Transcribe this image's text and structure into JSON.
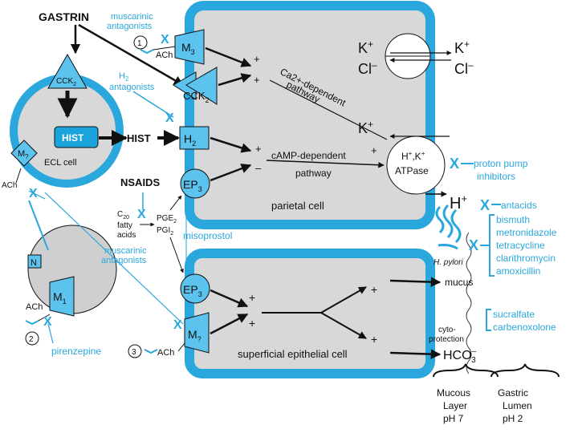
{
  "labels": {
    "gastrin": "GASTRIN",
    "muscarinic_antagonists_top": [
      "muscarinic",
      "antagonists"
    ],
    "circle1": "1",
    "ach_top": "ACh",
    "m3": "M",
    "m3_sub": "3",
    "cck2_ecl": "CCK",
    "cck2_ecl_sub": "2",
    "h2_antagonists": [
      "H",
      "2",
      "antagonists"
    ],
    "cck2_parietal": "CCK",
    "cck2_parietal_sub": "2",
    "hist_box": "HIST",
    "hist_arrow": "HIST",
    "ecl_cell": "ECL cell",
    "m_ecl": "M",
    "m_ecl_sub": "?",
    "ach_left": "ACh",
    "h2_receptor": "H",
    "h2_receptor_sub": "2",
    "ep3_top": "EP",
    "ep3_top_sub": "3",
    "nsaids": "NSAIDS",
    "c20_fatty_acids": [
      "C",
      "20",
      "fatty",
      "acids"
    ],
    "pge2": "PGE",
    "pge2_sub": "2",
    "pgi2": "PGI",
    "pgi2_sub": "2",
    "misoprostol": "misoprostol",
    "ca_pathway": [
      "Ca2+-dependent",
      "pathway"
    ],
    "camp_pathway": [
      "cAMP-dependent",
      "pathway"
    ],
    "k_plus": "K",
    "cl_minus": "Cl",
    "k_plus_mid": "K",
    "atpase": [
      "H",
      ",K",
      "ATPase"
    ],
    "proton_pump_inhibitors": [
      "proton pump",
      "inhibitors"
    ],
    "h_plus": "H",
    "antacids": "antacids",
    "parietal_cell": "parietal cell",
    "n_label": "N",
    "m1": "M",
    "m1_sub": "1",
    "ach_m1": "ACh",
    "circle2": "2",
    "pirenzepine": "pirenzepine",
    "muscarinic_antagonists_mid": [
      "muscarinic",
      "antagonists"
    ],
    "ep3_bottom": "EP",
    "ep3_bottom_sub": "3",
    "m_bottom": "M",
    "m_bottom_sub": "?",
    "circle3": "3",
    "ach_bottom": "ACh",
    "superficial_epithelial_cell": "superficial epithelial cell",
    "h_pylori": "H. pylori",
    "antibiotics": [
      "bismuth",
      "metronidazole",
      "tetracycline",
      "clarithromycin",
      "amoxicillin"
    ],
    "mucus": "mucus",
    "cytoprotection": [
      "cyto-",
      "protection"
    ],
    "cytoprotectants": [
      "sucralfate",
      "carbenoxolone"
    ],
    "hco3": "HCO",
    "hco3_sub": "3",
    "mucous_layer": [
      "Mucous",
      "Layer",
      "pH 7"
    ],
    "gastric_lumen": [
      "Gastric",
      "Lumen",
      "pH 2"
    ],
    "plus": "+",
    "minus": "–",
    "block_x": "X"
  },
  "colors": {
    "cell_border": "#2aa7dc",
    "cell_fill": "#d8d8d8",
    "receptor_fill": "#5cc3ee",
    "drug_text": "#2aa7dc",
    "ink": "#111111"
  }
}
